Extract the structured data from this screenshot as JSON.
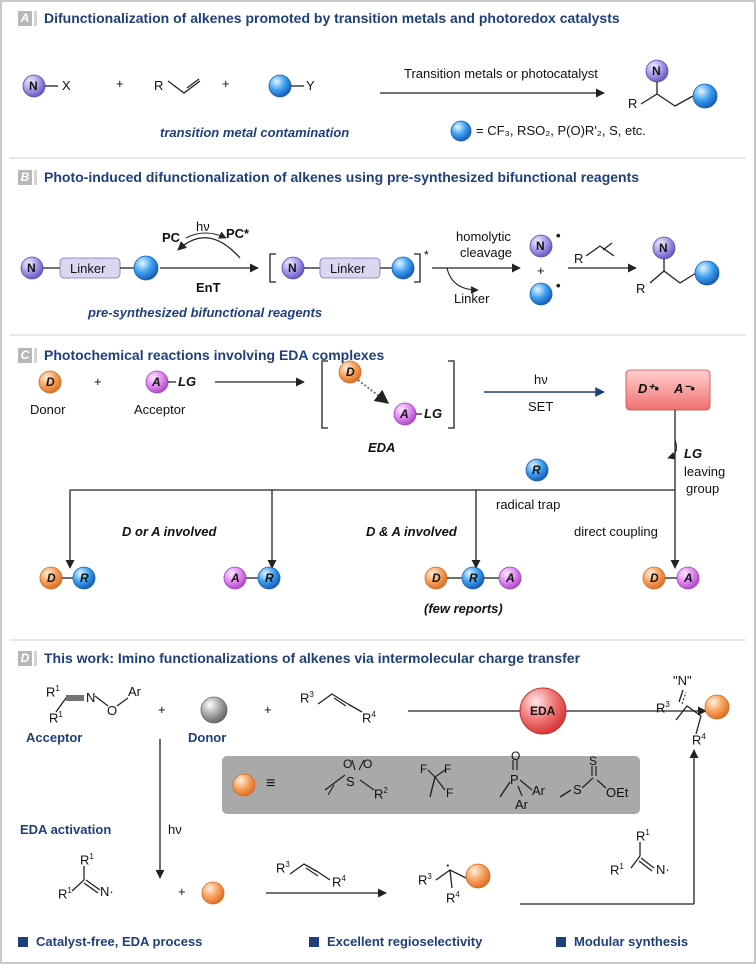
{
  "panels": [
    {
      "letter": "A",
      "title": "Difunctionalization of alkenes promoted by transition metals and photoredox catalysts"
    },
    {
      "letter": "B",
      "title": "Photo-induced difunctionalization of alkenes using pre-synthesized bifunctional reagents"
    },
    {
      "letter": "C",
      "title": "Photochemical reactions involving EDA complexes"
    },
    {
      "letter": "D",
      "title": "This work: Imino functionalizations of alkenes via intermolecular charge transfer"
    }
  ],
  "panel_a": {
    "n": "N",
    "x": "X",
    "y": "Y",
    "r": "R",
    "plus": "+",
    "arrow_label": "Transition metals or photocatalyst",
    "note": "transition metal contamination",
    "legend_eq": "= CF₃, RSO₂, P(O)R'₂, S, etc."
  },
  "panel_b": {
    "n": "N",
    "linker": "Linker",
    "pc": "PC",
    "hv": "hν",
    "pc_star": "PC*",
    "ent": "EnT",
    "star": "*",
    "homolytic": "homolytic",
    "cleavage": "cleavage",
    "linker_out": "Linker",
    "note": "pre-synthesized bifunctional reagents",
    "r": "R",
    "dot": "•",
    "plus": "+"
  },
  "panel_c": {
    "d": "D",
    "a": "A",
    "lg": "LG",
    "r": "R",
    "donor": "Donor",
    "acceptor": "Acceptor",
    "eda": "EDA",
    "hv": "hν",
    "set": "SET",
    "cation": "D⁺•",
    "anion": "A⁻•",
    "plus": "+",
    "leaving": "leaving",
    "group": "group",
    "radical_trap": "radical trap",
    "d_or_a": "D or A involved",
    "d_and_a": "D & A involved",
    "direct": "direct coupling",
    "few": "(few reports)"
  },
  "panel_d": {
    "acceptor": "Acceptor",
    "donor": "Donor",
    "eda": "EDA",
    "hv": "hν",
    "activation": "EDA activation",
    "r1": "R",
    "sup1": "1",
    "r3": "R",
    "sup3": "3",
    "r4": "R",
    "sup4": "4",
    "n": "N",
    "o": "O",
    "ar": "Ar",
    "r2": "R",
    "sup2": "2",
    "oet": "OEt",
    "s": "S",
    "p": "P",
    "f": "F",
    "imino_label": "\"N\"",
    "equiv": "≡",
    "plus": "+",
    "features": [
      "Catalyst-free, EDA process",
      "Excellent regioselectivity",
      "Modular synthesis"
    ]
  },
  "colors": {
    "title_blue": "#1f3f7a",
    "n_purple": "#9b8fe0",
    "blue_ball": "#2f8fe8",
    "donor_orange": "#f2914e",
    "acceptor_magenta": "#d884e6",
    "eda_red": "#f06868",
    "gray_box": "#a9a9a9",
    "linker_fill": "#d9d6f0"
  }
}
